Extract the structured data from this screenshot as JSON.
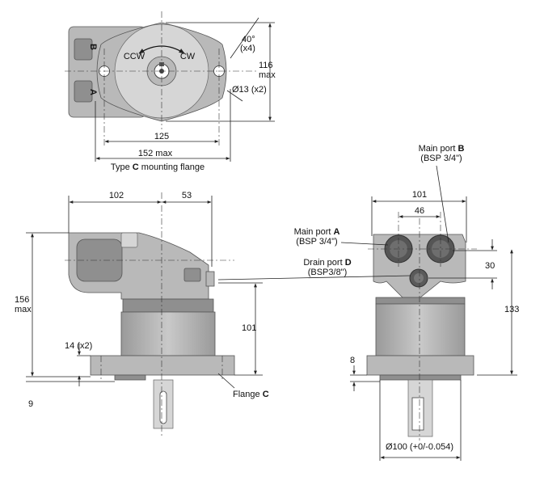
{
  "top_view": {
    "port_b": "B",
    "port_a": "A",
    "ccw": "CCW",
    "cw": "CW",
    "angle_value": "40°",
    "angle_count": "(x4)",
    "height_value": "116",
    "height_suffix": "max",
    "hole_dia": "Ø13 (x2)",
    "bolt_spacing": "125",
    "width_max": "152 max",
    "caption_pre": "Type ",
    "caption_bold": "C",
    "caption_post": " mounting flange"
  },
  "side_view": {
    "dim_left": "102",
    "dim_right": "53",
    "height_value": "156",
    "height_suffix": "max",
    "dim_101": "101",
    "flange_thick": "14 (x2)",
    "dim_9": "9",
    "flange_label_pre": "Flange ",
    "flange_label_bold": "C"
  },
  "front_view": {
    "main_port_b_pre": "Main port ",
    "main_port_b_bold": "B",
    "main_port_b_spec": "(BSP 3/4\")",
    "main_port_a_pre": "Main port ",
    "main_port_a_bold": "A",
    "main_port_a_spec": "(BSP 3/4\")",
    "drain_port_pre": "Drain port ",
    "drain_port_bold": "D",
    "drain_port_spec": "(BSP3/8\")",
    "dim_101": "101",
    "dim_46": "46",
    "dim_30": "30",
    "dim_133": "133",
    "dim_8": "8",
    "pilot_dia": "Ø100 (+0/-0.054)"
  }
}
